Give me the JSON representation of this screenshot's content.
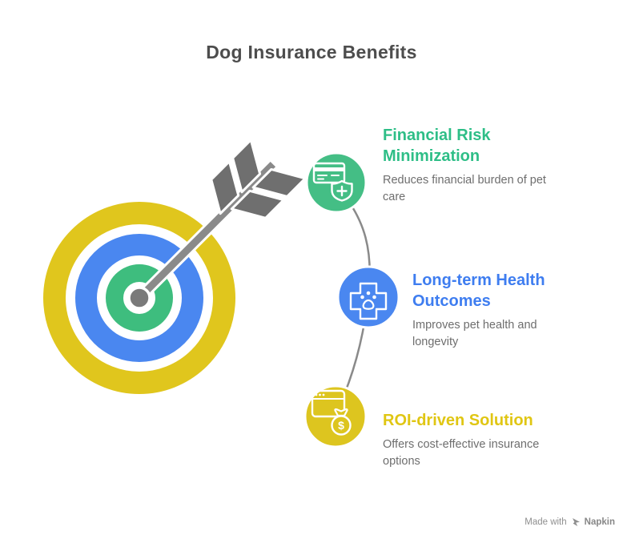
{
  "title": "Dog Insurance Benefits",
  "benefits": [
    {
      "heading": "Financial Risk\nMinimization",
      "description": "Reduces financial burden of pet\ncare",
      "accent": "#2ebe87",
      "circle_color": "#44be85",
      "icon": "credit-card-shield-plus"
    },
    {
      "heading": "Long-term Health\nOutcomes",
      "description": "Improves pet health and\nlongevity",
      "accent": "#3e7df0",
      "circle_color": "#4a87f0",
      "icon": "medical-cross-paw"
    },
    {
      "heading": "ROI-driven Solution",
      "description": "Offers cost-effective insurance\noptions",
      "accent": "#e0c613",
      "circle_color": "#ddc51f",
      "icon": "browser-money-bag"
    }
  ],
  "target": {
    "ring_colors": {
      "outer": "#e0c61d",
      "middle": "#4a87f0",
      "inner": "#3ebd7e"
    },
    "arrow_shaft_color": "#8a8a8a",
    "fletching_color": "#6f6f6f",
    "center_dot_color": "#7a7a7a"
  },
  "connector_color": "#8a8a8a",
  "text_colors": {
    "title": "#4d4d4d",
    "body": "#6e6e6e",
    "watermark": "#8f8f8f"
  },
  "icons": {
    "dollar": "$"
  },
  "watermark": {
    "prefix": "Made with",
    "brand": "Napkin"
  }
}
